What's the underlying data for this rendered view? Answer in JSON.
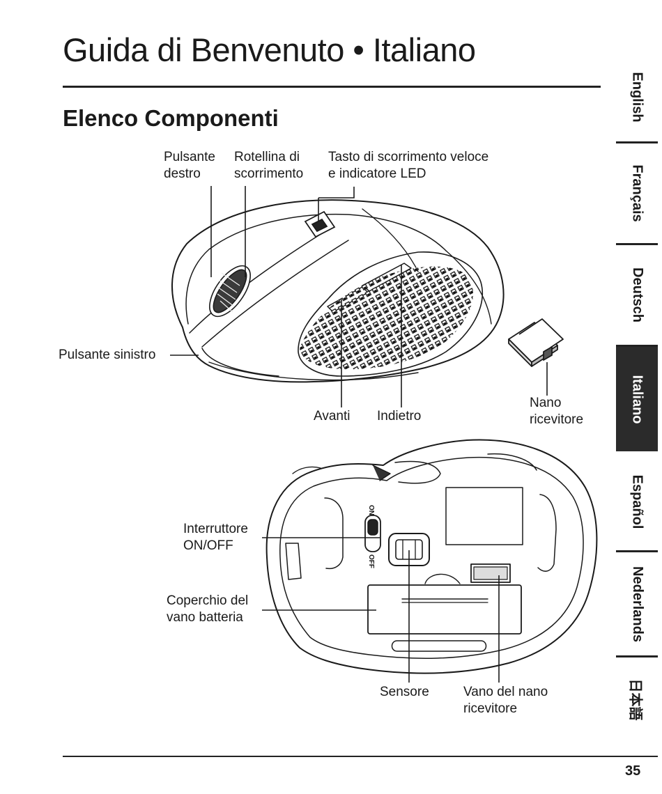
{
  "page": {
    "title": "Guida di Benvenuto • Italiano",
    "section": "Elenco Componenti",
    "page_number": "35"
  },
  "language_tabs": [
    {
      "label": "English",
      "active": false
    },
    {
      "label": "Français",
      "active": false
    },
    {
      "label": "Deutsch",
      "active": false
    },
    {
      "label": "Italiano",
      "active": true
    },
    {
      "label": "Español",
      "active": false
    },
    {
      "label": "Nederlands",
      "active": false
    },
    {
      "label": "日本語",
      "active": false
    }
  ],
  "top_view_labels": {
    "right_button": [
      "Pulsante",
      "destro"
    ],
    "scroll_wheel": [
      "Rotellina di",
      "scorrimento"
    ],
    "fast_scroll": [
      "Tasto di scorrimento veloce",
      "e indicatore LED"
    ],
    "left_button": "Pulsante sinistro",
    "forward": "Avanti",
    "back": "Indietro",
    "nano_receiver": [
      "Nano",
      "ricevitore"
    ]
  },
  "bottom_view_labels": {
    "power_switch": [
      "Interruttore",
      "ON/OFF"
    ],
    "battery_cover": [
      "Coperchio del",
      "vano batteria"
    ],
    "sensor": "Sensore",
    "receiver_slot": [
      "Vano del nano",
      "ricevitore"
    ],
    "switch_on": "ON",
    "switch_off": "OFF"
  }
}
